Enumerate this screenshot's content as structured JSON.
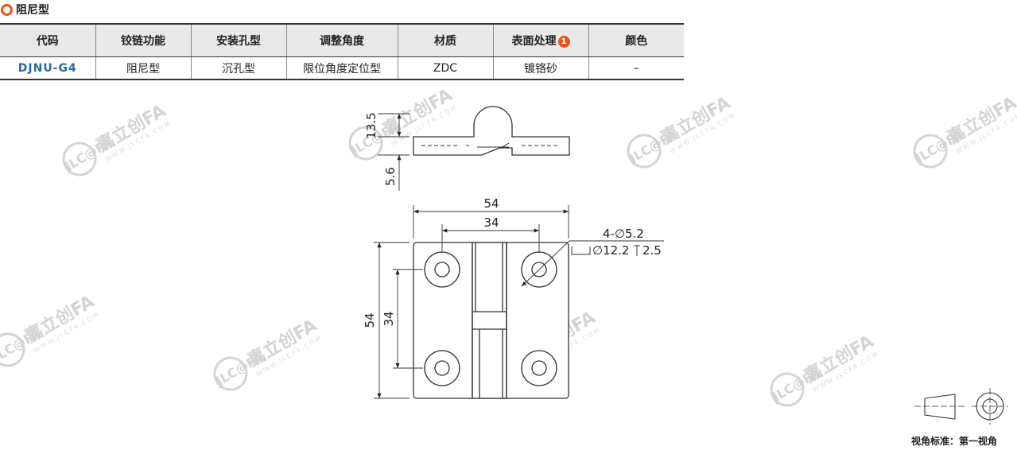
{
  "section": {
    "title": "阻尼型"
  },
  "table": {
    "headers": [
      "代码",
      "铰链功能",
      "安装孔型",
      "调整角度",
      "材质",
      "表面处理",
      "颜色"
    ],
    "note_badge": "1",
    "row": [
      "DJNU-G4",
      "阻尼型",
      "沉孔型",
      "限位角度定位型",
      "ZDC",
      "镀铬砂",
      "–"
    ]
  },
  "drawing": {
    "dims": {
      "side_height": "13.5",
      "side_thickness": "5.6",
      "overall_width": "54",
      "hole_spacing_x": "34",
      "overall_height": "54",
      "hole_spacing_y": "34",
      "hole_callout": "4-∅5.2",
      "counterbore_callout": "∅12.2",
      "counterbore_depth": "2.5"
    }
  },
  "watermark": {
    "brand": "嘉立创FA",
    "logo": "JLC@FA",
    "url": "WWW.JLCFA.COM"
  },
  "projection": {
    "label": "视角标准：第一视角"
  }
}
